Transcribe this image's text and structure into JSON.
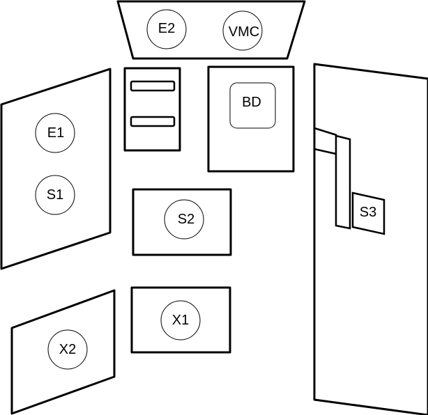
{
  "diagram": {
    "labels": {
      "e2": "E2",
      "vmc": "VMC",
      "bd": "BD",
      "e1": "E1",
      "s1": "S1",
      "s2": "S2",
      "s3": "S3",
      "x1": "X1",
      "x2": "X2"
    },
    "colors": {
      "stroke": "#000000",
      "background": "#ffffff"
    }
  }
}
